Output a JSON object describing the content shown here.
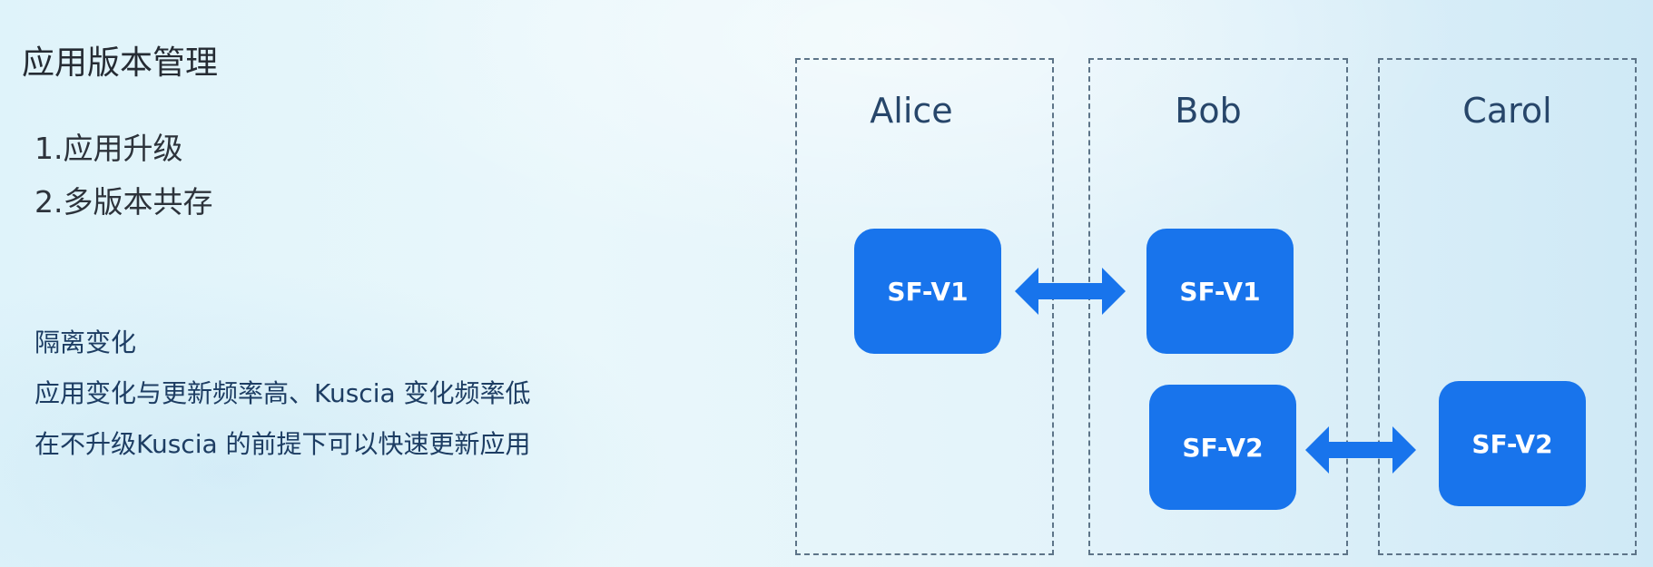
{
  "title": "应用版本管理",
  "features": [
    "1.应用升级",
    "2.多版本共存"
  ],
  "notes": [
    "隔离变化",
    "应用变化与更新频率高、Kuscia 变化频率低",
    "在不升级Kuscia 的前提下可以快速更新应用"
  ],
  "diagram": {
    "parties": [
      {
        "name": "Alice"
      },
      {
        "name": "Bob"
      },
      {
        "name": "Carol"
      }
    ],
    "nodes": [
      {
        "label": "SF-V1",
        "party": "Alice"
      },
      {
        "label": "SF-V1",
        "party": "Bob"
      },
      {
        "label": "SF-V2",
        "party": "Bob"
      },
      {
        "label": "SF-V2",
        "party": "Carol"
      }
    ],
    "links": [
      {
        "from": "Alice SF-V1",
        "to": "Bob SF-V1",
        "type": "bidirectional"
      },
      {
        "from": "Bob SF-V2",
        "to": "Carol SF-V2",
        "type": "bidirectional"
      }
    ],
    "colors": {
      "node_fill": "#1874ec",
      "node_text": "#ffffff",
      "arrow": "#1874ec",
      "box_border": "#5d7488",
      "party_text": "#27466a"
    }
  }
}
